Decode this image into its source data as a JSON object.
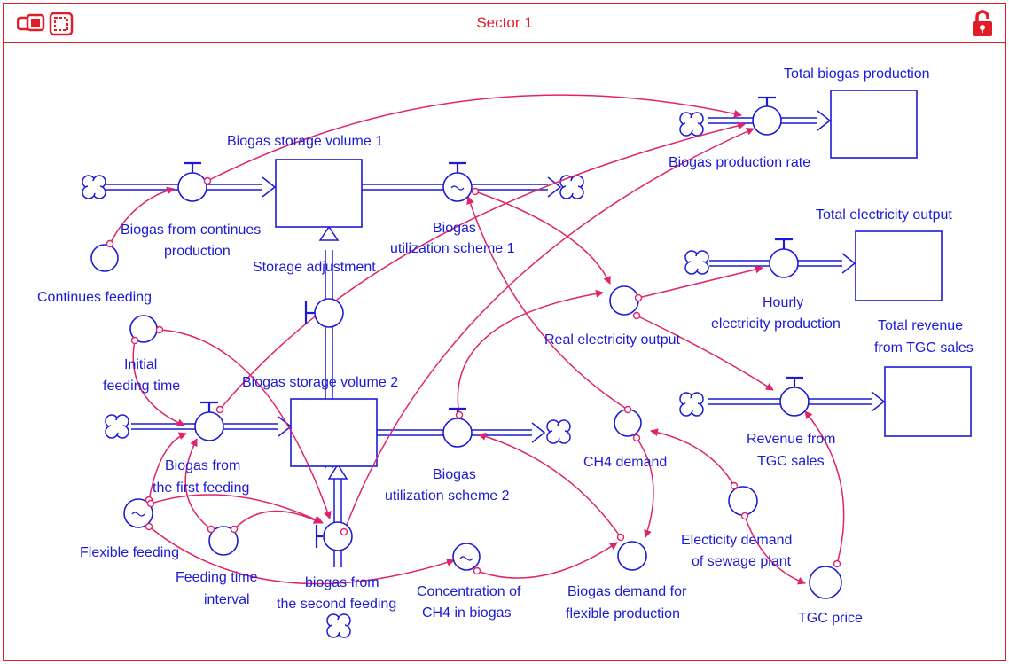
{
  "window": {
    "title": "Sector 1",
    "icons": [
      "two-windows-icon",
      "select-box-icon",
      "padlock-open-icon"
    ],
    "accent_color": "#e11d2a"
  },
  "colors": {
    "element": "#1b1bd6",
    "connector": "#e0246a"
  },
  "labels": {
    "total_biogas_production": "Total biogas production",
    "biogas_storage_volume_1": "Biogas storage volume 1",
    "biogas_production_rate": "Biogas production rate",
    "total_electricity_output": "Total electricity output",
    "biogas_from_continues_1": "Biogas from continues",
    "biogas_from_continues_2": "production",
    "biogas_util_1_a": "Biogas",
    "biogas_util_1_b": "utilization scheme 1",
    "storage_adjustment": "Storage adjustment",
    "continues_feeding": "Continues feeding",
    "hourly_elec_1": "Hourly",
    "hourly_elec_2": "electricity production",
    "total_revenue_1": "Total revenue",
    "total_revenue_2": "from TGC sales",
    "real_electricity_output": "Real electricity output",
    "initial_feeding_1": "Initial",
    "initial_feeding_2": "feeding time",
    "biogas_storage_volume_2": "Biogas storage volume 2",
    "revenue_tgc_1": "Revenue from",
    "revenue_tgc_2": "TGC sales",
    "ch4_demand": "CH4 demand",
    "biogas_first_1": "Biogas from",
    "biogas_first_2": "the first feeding",
    "biogas_util_2_a": "Biogas",
    "biogas_util_2_b": "utilization scheme 2",
    "electricity_demand_1": "Electicity demand",
    "electricity_demand_2": "of sewage plant",
    "flexible_feeding": "Flexible feeding",
    "feeding_interval_1": "Feeding time",
    "feeding_interval_2": "interval",
    "biogas_second_1": "biogas from",
    "biogas_second_2": "the second feeding",
    "concentration_1": "Concentration of",
    "concentration_2": "CH4 in biogas",
    "biogas_demand_1": "Biogas demand for",
    "biogas_demand_2": "flexible production",
    "tgc_price": "TGC price"
  }
}
